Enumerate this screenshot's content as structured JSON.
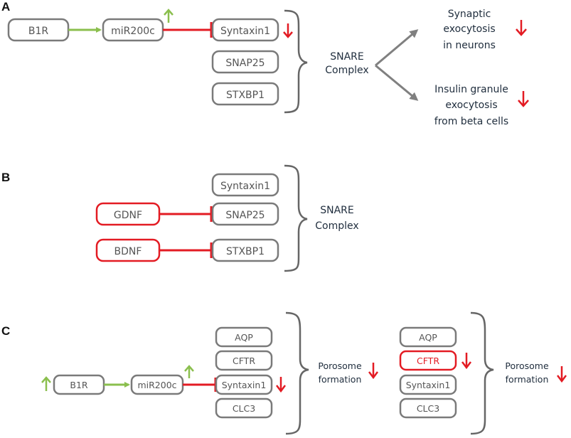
{
  "colors": {
    "box_border": "#7a7a7a",
    "box_border_highlight": "#e31b23",
    "activation_arrow": "#8bbf4e",
    "inhibition": "#e31b23",
    "up_arrow": "#8bbf4e",
    "down_arrow": "#e31b23",
    "bracket": "#666666",
    "output_arrow": "#808080",
    "label_text": "#1f2d3d",
    "box_text": "#555555"
  },
  "panel_a": {
    "label": "A",
    "b1r": "B1R",
    "mir200c": "miR200c",
    "syntaxin1": "Syntaxin1",
    "snap25": "SNAP25",
    "stxbp1": "STXBP1",
    "snare_line1": "SNARE",
    "snare_line2": "Complex",
    "out1_line1": "Synaptic",
    "out1_line2": "exocytosis",
    "out1_line3": "in neurons",
    "out2_line1": "Insulin granule",
    "out2_line2": "exocytosis",
    "out2_line3": "from beta cells"
  },
  "panel_b": {
    "label": "B",
    "gdnf": "GDNF",
    "bdnf": "BDNF",
    "syntaxin1": "Syntaxin1",
    "snap25": "SNAP25",
    "stxbp1": "STXBP1",
    "snare_line1": "SNARE",
    "snare_line2": "Complex"
  },
  "panel_c": {
    "label": "C",
    "b1r": "B1R",
    "mir200c": "miR200c",
    "left_stack": {
      "aqp": "AQP",
      "cftr": "CFTR",
      "syntaxin1": "Syntaxin1",
      "clc3": "CLC3"
    },
    "right_stack": {
      "aqp": "AQP",
      "cftr": "CFTR",
      "syntaxin1": "Syntaxin1",
      "clc3": "CLC3"
    },
    "porosome_line1": "Porosome",
    "porosome_line2": "formation"
  },
  "icons": {
    "up_arrow": "up-arrow-icon",
    "down_arrow": "down-arrow-icon"
  }
}
